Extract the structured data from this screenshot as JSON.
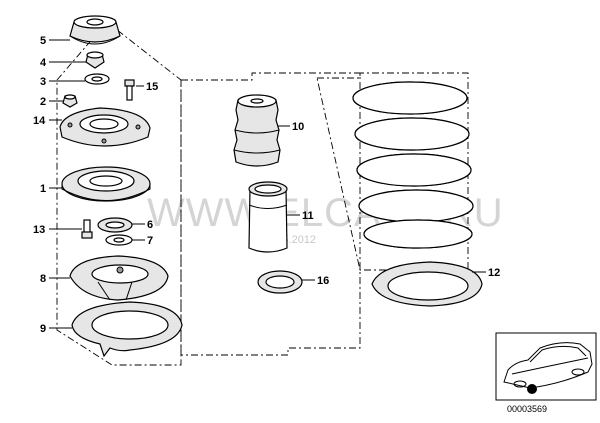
{
  "watermark": "WWW.ELCATS.RU",
  "date_stamp": "17.05.2012",
  "callouts": {
    "c1": "1",
    "c2": "2",
    "c3": "3",
    "c4": "4",
    "c5": "5",
    "c6": "6",
    "c7": "7",
    "c8": "8",
    "c9": "9",
    "c10": "10",
    "c11": "11",
    "c12": "12",
    "c13": "13",
    "c14": "14",
    "c15": "15",
    "c16": "16"
  },
  "diagram_number": "00003569"
}
